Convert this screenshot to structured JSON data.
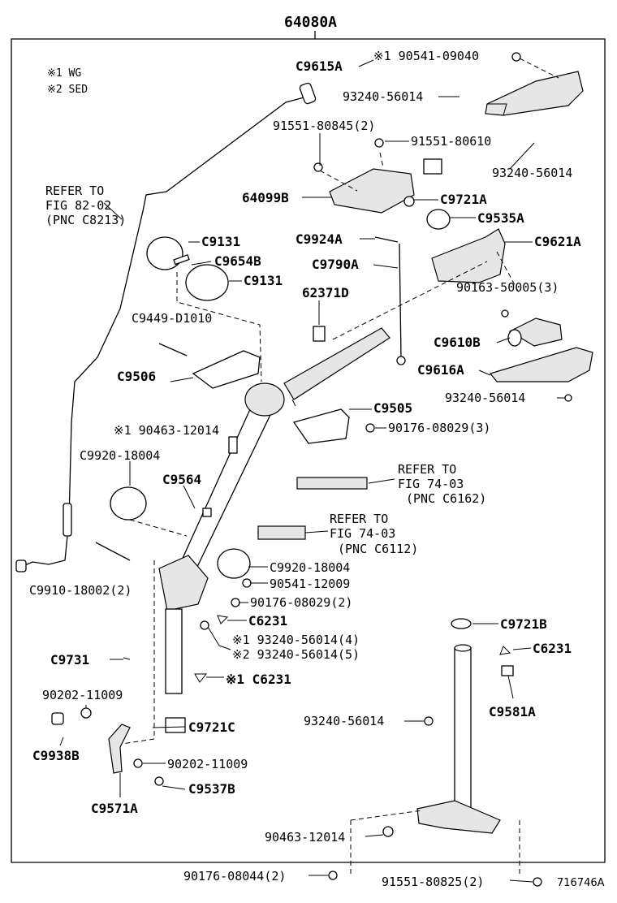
{
  "title": "64080A",
  "figure_id": "716746A",
  "legend": [
    "※1 WG",
    "※2 SED"
  ],
  "labels": {
    "c9615a": "C9615A",
    "p90541_09040": "※1 90541-09040",
    "p93240_56014_a": "93240-56014",
    "p93240_56014_b": "93240-56014",
    "p91551_80845": "91551-80845(2)",
    "p91551_80610": "91551-80610",
    "refer1_l1": "REFER TO",
    "refer1_l2": "FIG 82-02",
    "refer1_l3": "(PNC C8213)",
    "p64099b": "64099B",
    "c9721a": "C9721A",
    "c9535a": "C9535A",
    "c9131_a": "C9131",
    "c9654b": "C9654B",
    "c9131_b": "C9131",
    "c9924a": "C9924A",
    "c9621a": "C9621A",
    "c9790a": "C9790A",
    "p62371d": "62371D",
    "p90163_50005": "90163-50005(3)",
    "c9449": "C9449-D1010",
    "c9610b": "C9610B",
    "c9506": "C9506",
    "c9616a": "C9616A",
    "p93240_56014_c": "93240-56014",
    "c9505": "C9505",
    "p90463_12014_a": "※1 90463-12014",
    "p90176_08029_3": "90176-08029(3)",
    "c9920_a": "C9920-18004",
    "c9564": "C9564",
    "refer2_l1": "REFER TO",
    "refer2_l2": "FIG 74-03",
    "refer2_l3": "(PNC C6162)",
    "refer3_l1": "REFER TO",
    "refer3_l2": "FIG 74-03",
    "refer3_l3": "(PNC C6112)",
    "c9920_b": "C9920-18004",
    "c9910": "C9910-18002(2)",
    "p90541_12009": "90541-12009",
    "p90176_08029_2": "90176-08029(2)",
    "c6231_a": "C6231",
    "p93240_56014_4": "※1 93240-56014(4)",
    "p93240_56014_5": "※2 93240-56014(5)",
    "c9721b": "C9721B",
    "c6231_b": "C6231",
    "c9731": "C9731",
    "c6231_c": "※1 C6231",
    "p90202_11009_a": "90202-11009",
    "c9581a": "C9581A",
    "c9721c": "C9721C",
    "p93240_56014_d": "93240-56014",
    "c9938b": "C9938B",
    "p90202_11009_b": "90202-11009",
    "c9537b": "C9537B",
    "c9571a": "C9571A",
    "p90463_12014_b": "90463-12014",
    "p90176_08044": "90176-08044(2)",
    "p91551_80825": "91551-80825(2)"
  }
}
